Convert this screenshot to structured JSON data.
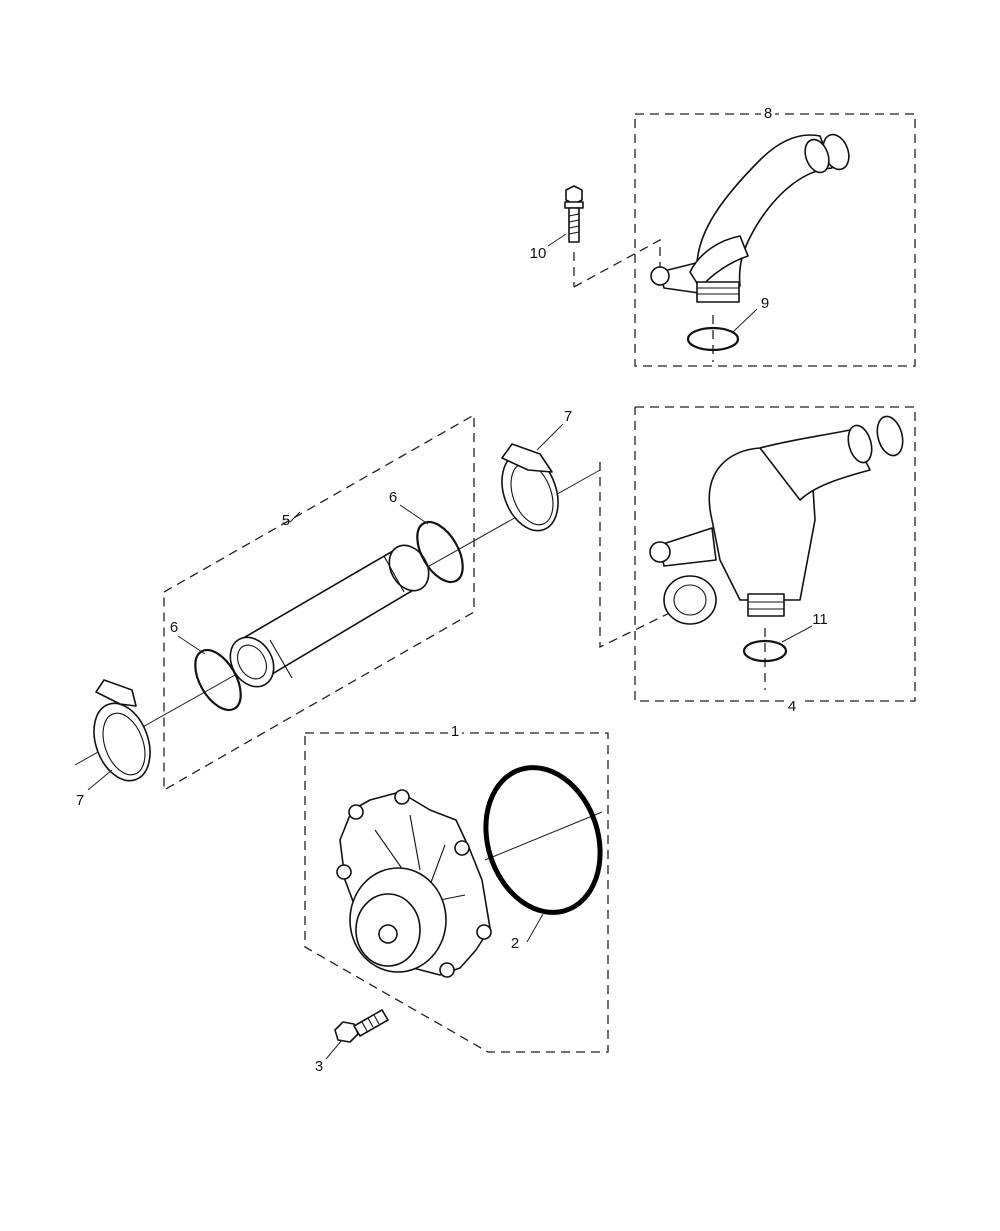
{
  "callouts": {
    "pump_assembly": "1",
    "pump_gasket": "2",
    "pump_bolt": "3",
    "thermostat_housing": "4",
    "transfer_pipe": "5",
    "o_ring_left": "6",
    "o_ring_right": "6",
    "clamp_left": "7",
    "clamp_right": "7",
    "outlet_elbow": "8",
    "elbow_seal": "9",
    "elbow_bolt": "10",
    "housing_seal": "11"
  }
}
